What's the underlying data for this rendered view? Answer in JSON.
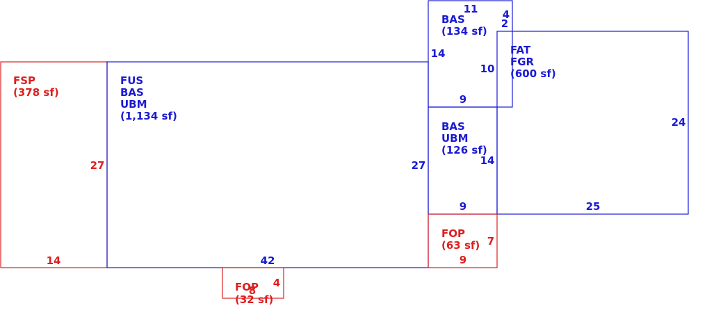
{
  "colors": {
    "blue": "#1a1ad4",
    "red": "#dd1f1f"
  },
  "areas": {
    "fsp": {
      "lines": [
        "FSP",
        "(378 sf)"
      ],
      "dims": {
        "depth": "27",
        "width": "14"
      }
    },
    "main": {
      "lines": [
        "FUS",
        "BAS",
        "UBM",
        "(1,134 sf)"
      ],
      "dims": {
        "right": "27",
        "bottom": "42"
      }
    },
    "bas_top": {
      "lines": [
        "BAS",
        "(134 sf)"
      ],
      "dims": {
        "top": "11",
        "left": "14",
        "right_a": "4",
        "right_b": "2",
        "right_c": "10",
        "bottom": "9"
      }
    },
    "bas_ubm": {
      "lines": [
        "BAS",
        "UBM",
        "(126 sf)"
      ],
      "dims": {
        "right": "14",
        "bottom": "9"
      }
    },
    "garage": {
      "lines": [
        "FAT",
        "FGR",
        "(600 sf)"
      ],
      "dims": {
        "right": "24",
        "bottom": "25"
      }
    },
    "fop_right": {
      "lines": [
        "FOP",
        "(63 sf)"
      ],
      "dims": {
        "right": "7",
        "bottom": "9"
      }
    },
    "fop_bottom": {
      "lines": [
        "FOP",
        "(32 sf)"
      ],
      "dims": {
        "right": "4",
        "bottom": "8"
      }
    }
  }
}
